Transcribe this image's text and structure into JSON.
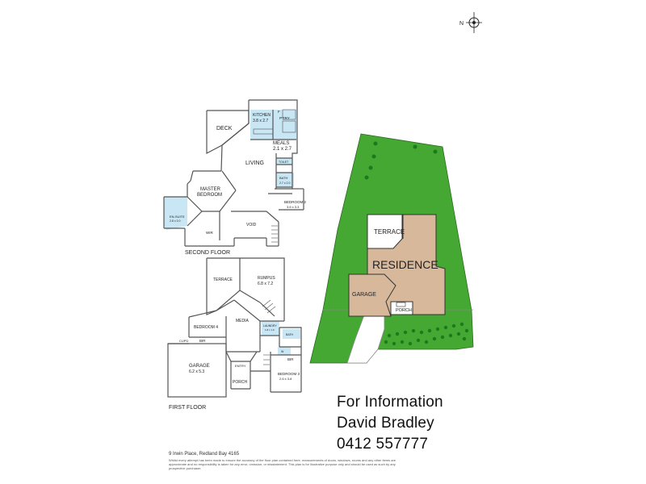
{
  "second_floor": {
    "title": "SECOND FLOOR",
    "rooms": {
      "kitchen": {
        "name": "KITCHEN",
        "size": "3.8 x 2.7"
      },
      "pantry": {
        "name": "P'TRY"
      },
      "fridge": {
        "name": "F"
      },
      "deck": {
        "name": "DECK"
      },
      "meals": {
        "name": "MEALS",
        "size": "2.1 x 2.7"
      },
      "living": {
        "name": "LIVING"
      },
      "toilet": {
        "name": "TOILET"
      },
      "bath": {
        "name": "BATH",
        "size": "2.7 x 2.0"
      },
      "master": {
        "name": "MASTER",
        "name2": "BEDROOM"
      },
      "ensuite": {
        "name": "EN-SUITE",
        "size": "2.8 x 3.0"
      },
      "bedroom2": {
        "name": "BEDROOM 2",
        "size": "3.6 x 3.3"
      },
      "void": {
        "name": "VOID"
      },
      "wir": {
        "name": "WIR"
      }
    }
  },
  "first_floor": {
    "title": "FIRST FLOOR",
    "rooms": {
      "terrace": {
        "name": "TERRACE"
      },
      "rumpus": {
        "name": "RUMPUS",
        "size": "6.8 x 7.2"
      },
      "media": {
        "name": "MEDIA"
      },
      "laundry": {
        "name": "LAUNDRY",
        "size": "1.8 x 1.9"
      },
      "bath": {
        "name": "BATH"
      },
      "bedroom4": {
        "name": "BEDROOM 4"
      },
      "cupd": {
        "name": "CUPD"
      },
      "bir": {
        "name": "BIR"
      },
      "garage": {
        "name": "GARAGE",
        "size": "6.2 x 5.3"
      },
      "entry": {
        "name": "ENTRY"
      },
      "porch": {
        "name": "PORCH"
      },
      "bir2": {
        "name": "BIR"
      },
      "bedroom3": {
        "name": "BEDROOM 3",
        "size": "2.6 x 3.8"
      },
      "w": {
        "name": "W"
      }
    }
  },
  "site": {
    "terrace": "TERRACE",
    "residence": "RESIDENCE",
    "garage": "GARAGE",
    "porch": "PORCH"
  },
  "compass": {
    "north": "N"
  },
  "contact": {
    "line1": "For Information",
    "line2": "David Bradley",
    "line3": "0412 557777"
  },
  "address": "9 Irwin Place, Redland Bay 4165",
  "disclaimer": "Whilst every attempt has been made to ensure the accuracy of the floor plan contained here, measurements of doors, windows, rooms and any other items are approximate and no responsibility is taken for any error, omission, or misstatement. This plan is for illustrative purpose only and should be used as such by any prospective purchaser.",
  "colors": {
    "lawn": "#44a832",
    "residence": "#d8b89a",
    "wet_area": "#c9e6f5",
    "trees": "#1c7a1c",
    "walls": "#555555"
  }
}
